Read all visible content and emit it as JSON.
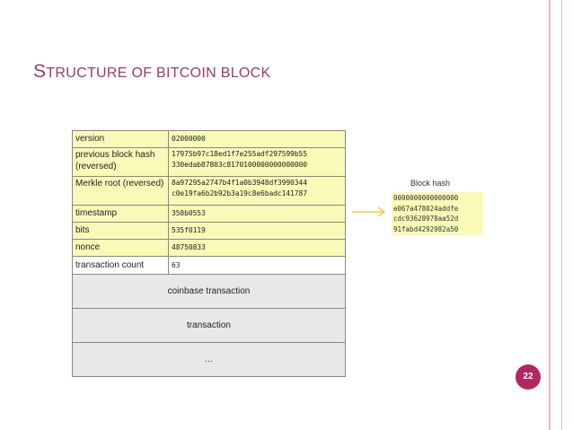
{
  "title": {
    "first_letter": "S",
    "rest": "TRUCTURE OF BITCOIN BLOCK"
  },
  "header_rows": [
    {
      "label": "version",
      "value": "02000000"
    },
    {
      "label": "previous block hash (reversed)",
      "value": "17975b97c18ed1f7e255adf297599b55 330edab87803c8170100000000000000"
    },
    {
      "label": "Merkle root (reversed)",
      "value": "8a97295a2747b4f1a0b3948df3990344 c0e19fa6b2b92b3a19c8e6badc141787"
    },
    {
      "label": "timestamp",
      "value": "358b0553"
    },
    {
      "label": "bits",
      "value": "535f0119"
    },
    {
      "label": "nonce",
      "value": "48750833"
    }
  ],
  "transaction_count": {
    "label": "transaction count",
    "value": "63"
  },
  "sections": [
    "coinbase transaction",
    "transaction",
    "…"
  ],
  "block_hash": {
    "label": "Block hash",
    "lines": [
      "0000000000000000",
      "e067a478024addfe",
      "cdc93628978aa52d",
      "91fabd4292982a50"
    ]
  },
  "page_number": "22",
  "colors": {
    "title": "#9b3a6b",
    "header_bg": "#fafab8",
    "section_bg": "#e8e8e8",
    "arrow": "#f2c84b",
    "badge": "#b1275f"
  }
}
